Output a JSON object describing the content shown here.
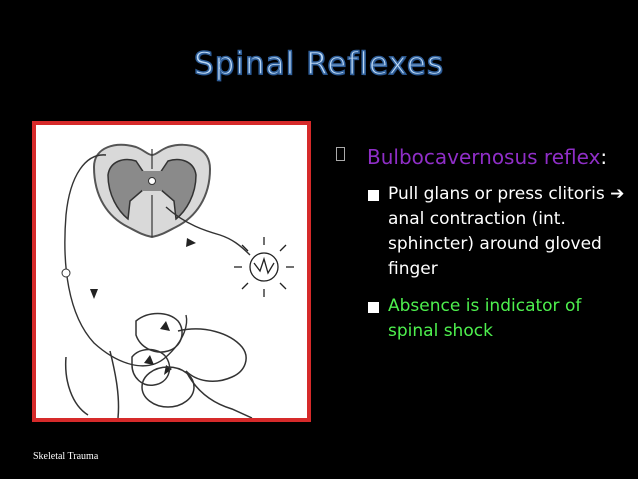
{
  "slide": {
    "title": "Spinal Reflexes",
    "main_bullet": {
      "text": "Bulbocavernosus reflex",
      "suffix": ":",
      "color": "#8f2ec7"
    },
    "sub_bullets": [
      {
        "text": "Pull glans or press clitoris ➔ anal contraction (int. sphincter)  around gloved finger",
        "color": "#ffffff"
      },
      {
        "text": "Absence is indicator of spinal shock",
        "color": "#4ef04e"
      }
    ],
    "footer": "Skeletal Trauma",
    "colors": {
      "background": "#000000",
      "title": "#bcd8f4",
      "frame_border": "#d62a2a"
    },
    "icons": [
      "square-bullet-icon",
      "arrow-right-icon"
    ]
  }
}
